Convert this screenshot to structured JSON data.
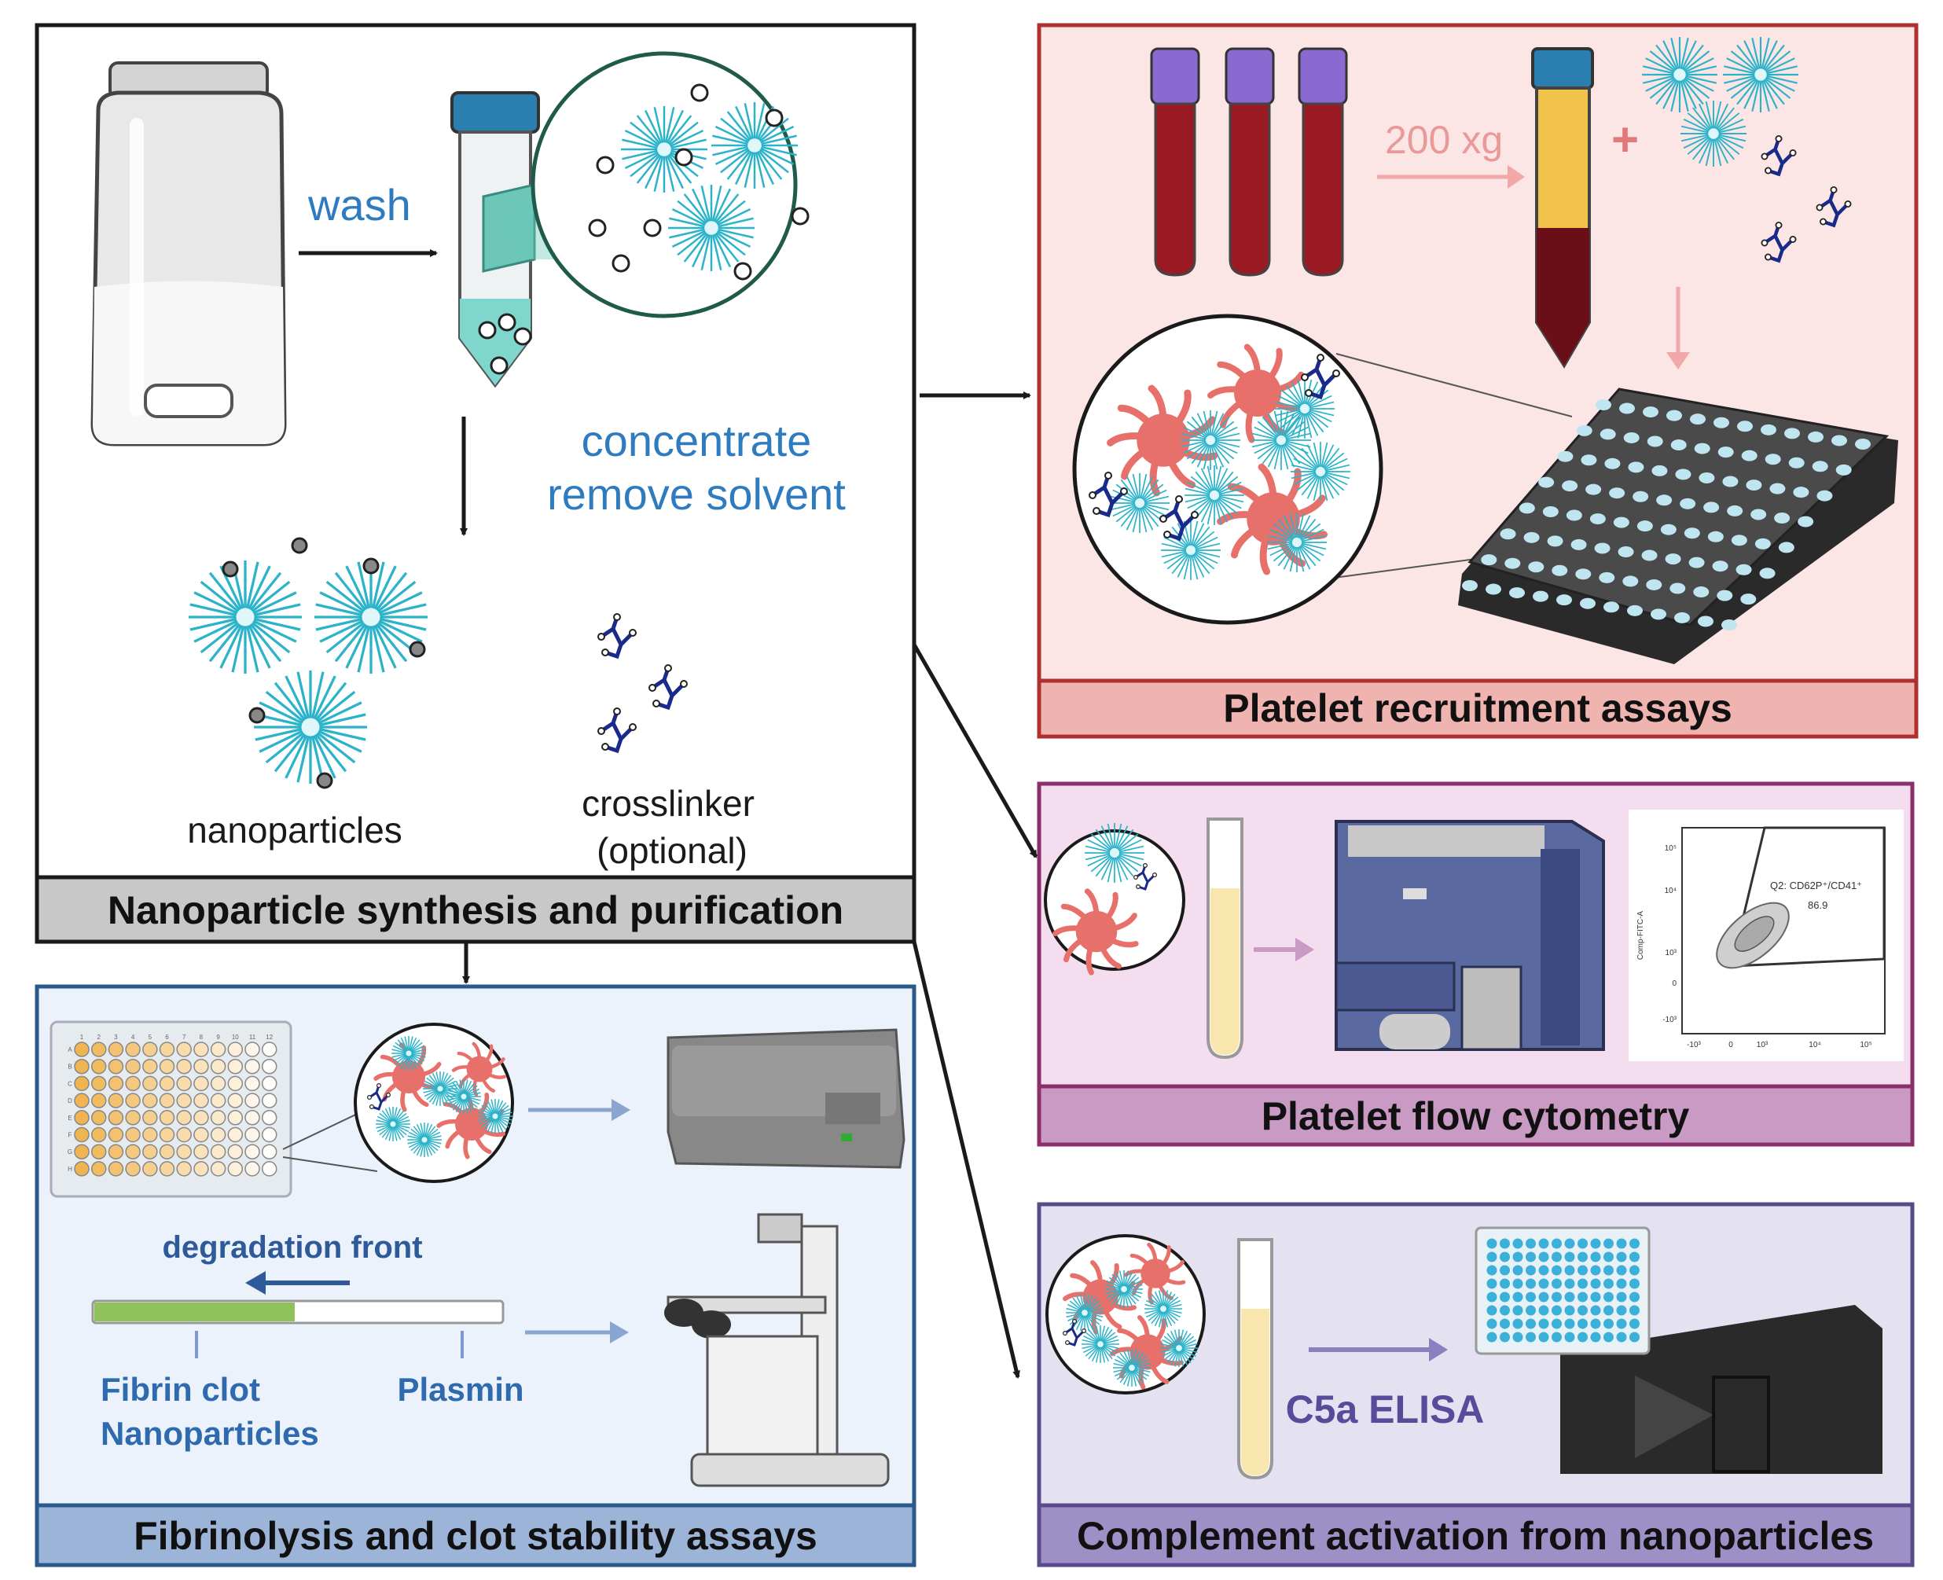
{
  "colors": {
    "nanoparticle": "#2bb3c9",
    "text_blue": "#2f7bbf",
    "recruitment_fill": "#fbe5e5",
    "recruitment_border": "#b03030",
    "recruitment_title": "#f0b4b0",
    "flow_fill": "#f3ddef",
    "flow_border": "#8b2f6b",
    "flow_title": "#c99ac3",
    "complement_fill": "#e4e1f1",
    "complement_border": "#5a4a8a",
    "complement_title": "#9d90c6",
    "fibrin_fill": "#ebf2fb",
    "fibrin_border": "#2a5a8a",
    "fibrin_title": "#9db4d9",
    "synthesis_title": "#c8c8c8"
  },
  "panels": {
    "synthesis": {
      "title": "Nanoparticle synthesis and purification",
      "wash": "wash",
      "concentrate": "concentrate",
      "remove_solvent": "remove solvent",
      "nanoparticles": "nanoparticles",
      "crosslinker": "crosslinker",
      "optional": "(optional)"
    },
    "recruitment": {
      "title": "Platelet recruitment assays",
      "centrifuge": "200 xg",
      "plus": "+"
    },
    "flow": {
      "title": "Platelet flow cytometry",
      "plot": {
        "ylabel": "Comp-FITC-A",
        "y_ticks": [
          "10⁵",
          "10⁴",
          "10³",
          "0",
          "-10³"
        ],
        "x_ticks": [
          "-10³",
          "0",
          "10³",
          "10⁴",
          "10⁵"
        ],
        "gate_label": "Q2: CD62P⁺/CD41⁺",
        "gate_value": "86.9"
      }
    },
    "fibrinolysis": {
      "title": "Fibrinolysis and clot stability assays",
      "degradation_front": "degradation front",
      "fibrin_clot": "Fibrin clot",
      "nanoparticles": "Nanoparticles",
      "plasmin": "Plasmin",
      "plate_cols": [
        "1",
        "2",
        "3",
        "4",
        "5",
        "6",
        "7",
        "8",
        "9",
        "10",
        "11",
        "12"
      ],
      "plate_rows": [
        "A",
        "B",
        "C",
        "D",
        "E",
        "F",
        "G",
        "H"
      ]
    },
    "complement": {
      "title": "Complement activation from nanoparticles",
      "assay": "C5a ELISA"
    }
  }
}
